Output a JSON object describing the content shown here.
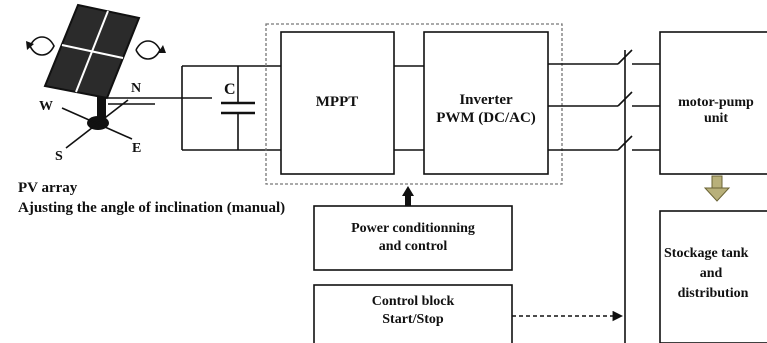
{
  "pv": {
    "title": "PV array",
    "subtitle": "Ajusting the angle of inclination (manual)",
    "compass": {
      "north": "N",
      "west": "W",
      "south": "S",
      "east": "E"
    }
  },
  "capacitor": {
    "label": "C"
  },
  "mppt": {
    "label": "MPPT"
  },
  "inverter": {
    "line1": "Inverter",
    "line2": "PWM (DC/AC)"
  },
  "power_conditioning": {
    "line1": "Power conditionning",
    "line2": "and control"
  },
  "control_block": {
    "line1": "Control block",
    "line2": "Start/Stop"
  },
  "motor_pump": {
    "line1": "motor-pump",
    "line2": "unit"
  },
  "storage": {
    "line1": "Stockage tank",
    "line2": "and",
    "line3": "distribution"
  },
  "colors": {
    "ink": "#111111",
    "dashed_frame": "#777777",
    "olive_arrow": "#b8b07a",
    "panel": "#2b2b2b"
  }
}
